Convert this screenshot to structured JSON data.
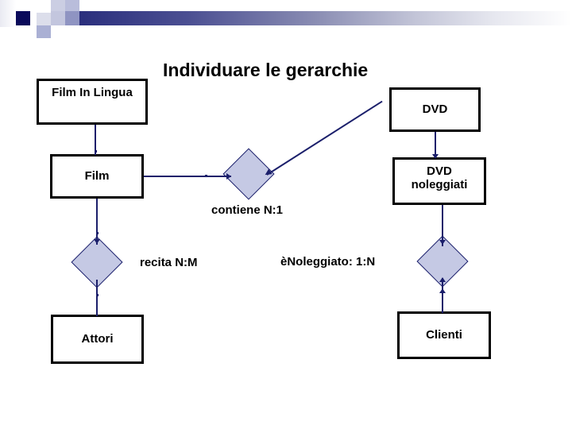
{
  "slide": {
    "title": "Individuare le gerarchie",
    "accent_dark": "#2b2f7d",
    "accent_line": "#1b1f6b",
    "diamond_fill": "#c5c9e4",
    "box_border": "#000000",
    "background": "#ffffff"
  },
  "entities": [
    {
      "id": "film-in-lingua",
      "label": "Film In Lingua"
    },
    {
      "id": "dvd",
      "label": "DVD"
    },
    {
      "id": "film",
      "label": "Film"
    },
    {
      "id": "dvd-noleggiati",
      "label_line1": "DVD",
      "label_line2": "noleggiati"
    },
    {
      "id": "attori",
      "label": "Attori"
    },
    {
      "id": "clienti",
      "label": "Clienti"
    }
  ],
  "relationships": [
    {
      "id": "contiene",
      "label": "contiene N:1"
    },
    {
      "id": "recita",
      "label": "recita N:M"
    },
    {
      "id": "e-noleggiato",
      "label": "èNoleggiato: 1:N"
    }
  ]
}
